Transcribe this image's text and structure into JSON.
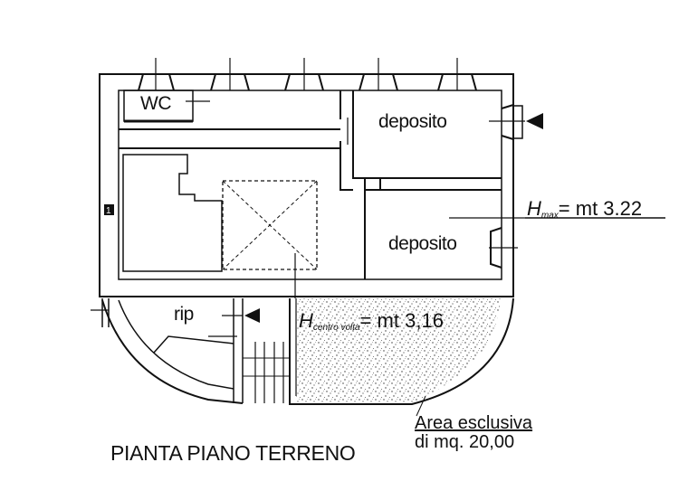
{
  "plan": {
    "rooms": {
      "wc": "WC",
      "deposito_top": "deposito",
      "deposito_bottom": "deposito",
      "rip": "rip"
    },
    "heights": {
      "hmax": {
        "symbol": "H",
        "subscript": "max",
        "value": "= mt 3.22"
      },
      "centro_volta": {
        "symbol": "H",
        "subscript": "centro volta",
        "value": "= mt 3,16"
      }
    },
    "area_note": {
      "line1": "Area esclusiva",
      "line2": "di mq. 20,00"
    },
    "title": "PIANTA PIANO TERRENO",
    "stair_marker": "1"
  }
}
